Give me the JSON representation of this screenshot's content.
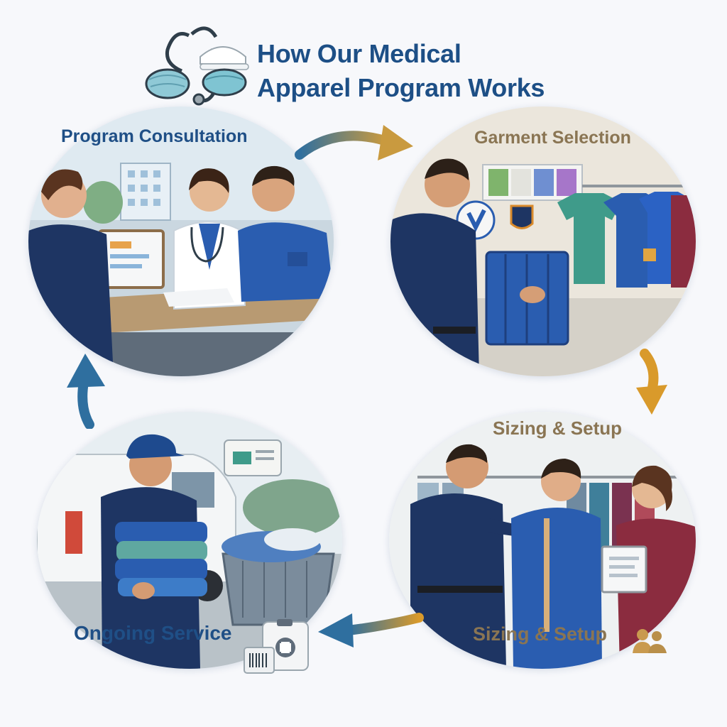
{
  "title": {
    "line1": "How Our Medical",
    "line2": "Apparel Program Works"
  },
  "steps": [
    {
      "label": "Program Consultation",
      "icon": "consultation-scene"
    },
    {
      "label": "Garment Selection",
      "icon": "garment-selection-scene"
    },
    {
      "label": "Sizing & Setup",
      "icon": "sizing-setup-scene"
    },
    {
      "label": "Ongoing Service",
      "icon": "ongoing-service-scene"
    }
  ],
  "sizing_caption": "Sizing & Setup",
  "colors": {
    "title": "#1d4f86",
    "blue_label": "#1f4f86",
    "gold_label": "#8a7553",
    "arrow_blue": "#2f6f9f",
    "arrow_gold": "#d99a2b",
    "scrubs_blue": "#2a5db0",
    "navy": "#1e3563"
  },
  "icons": [
    "stethoscope-icon",
    "mask-icon",
    "cap-icon",
    "people-icon",
    "medical-kit-icon"
  ]
}
